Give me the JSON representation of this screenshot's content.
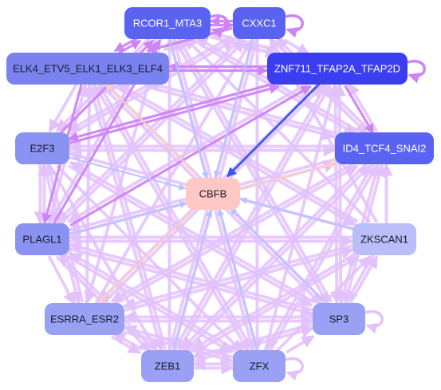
{
  "graph": {
    "nodes": [
      {
        "id": "cbfb",
        "label": "CBFB",
        "fill": "#ffc8c4",
        "light": false
      },
      {
        "id": "rcor1",
        "label": "RCOR1_MTA3",
        "fill": "#5a62f2",
        "light": true
      },
      {
        "id": "cxxc1",
        "label": "CXXC1",
        "fill": "#5a62f2",
        "light": true
      },
      {
        "id": "elk4",
        "label": "ELK4_ETV5_ELK1_ELK3_ELF4",
        "fill": "#7a82ef",
        "light": false
      },
      {
        "id": "znf711",
        "label": "ZNF711_TFAP2A_TFAP2D",
        "fill": "#3a3ef0",
        "light": true
      },
      {
        "id": "e2f3",
        "label": "E2F3",
        "fill": "#8b93f2",
        "light": false
      },
      {
        "id": "id4",
        "label": "ID4_TCF4_SNAI2",
        "fill": "#5a62f2",
        "light": true
      },
      {
        "id": "plagl1",
        "label": "PLAGL1",
        "fill": "#8b93f2",
        "light": false
      },
      {
        "id": "zkscan1",
        "label": "ZKSCAN1",
        "fill": "#b9bdf8",
        "light": false
      },
      {
        "id": "esrra",
        "label": "ESRRA_ESR2",
        "fill": "#9aa0f4",
        "light": false
      },
      {
        "id": "sp3",
        "label": "SP3",
        "fill": "#9aa0f4",
        "light": false
      },
      {
        "id": "zeb1",
        "label": "ZEB1",
        "fill": "#9aa0f4",
        "light": false
      },
      {
        "id": "zfx",
        "label": "ZFX",
        "fill": "#9aa0f4",
        "light": false
      }
    ],
    "edge_colors": {
      "lilac": "#e3c2fb",
      "purple": "#cf84f5",
      "blue_light": "#b8c3ff",
      "blue_strong": "#3d55ea",
      "peach": "#fcd0bf"
    },
    "edges": [
      {
        "from": "rcor1",
        "to": "cbfb",
        "color": "blue_light"
      },
      {
        "from": "cxxc1",
        "to": "cbfb",
        "color": "blue_light"
      },
      {
        "from": "znf711",
        "to": "cbfb",
        "color": "blue_strong"
      },
      {
        "from": "e2f3",
        "to": "cbfb",
        "color": "blue_light"
      },
      {
        "from": "plagl1",
        "to": "cbfb",
        "color": "blue_light"
      },
      {
        "from": "zkscan1",
        "to": "cbfb",
        "color": "blue_light"
      },
      {
        "from": "zeb1",
        "to": "cbfb",
        "color": "blue_light"
      },
      {
        "from": "zfx",
        "to": "cbfb",
        "color": "blue_light"
      },
      {
        "from": "sp3",
        "to": "cbfb",
        "color": "blue_light"
      },
      {
        "from": "cbfb",
        "to": "elk4",
        "color": "peach"
      },
      {
        "from": "cbfb",
        "to": "id4",
        "color": "peach"
      },
      {
        "from": "cbfb",
        "to": "esrra",
        "color": "peach"
      },
      {
        "from": "rcor1",
        "to": "cxxc1",
        "color": "purple"
      },
      {
        "from": "cxxc1",
        "to": "rcor1",
        "color": "purple"
      },
      {
        "from": "elk4",
        "to": "znf711",
        "color": "purple"
      },
      {
        "from": "znf711",
        "to": "elk4",
        "color": "purple"
      },
      {
        "from": "cxxc1",
        "to": "elk4",
        "color": "purple"
      },
      {
        "from": "elk4",
        "to": "rcor1",
        "color": "purple"
      },
      {
        "from": "rcor1",
        "to": "znf711",
        "color": "lilac"
      },
      {
        "from": "cxxc1",
        "to": "znf711",
        "color": "lilac"
      },
      {
        "from": "znf711",
        "to": "rcor1",
        "color": "lilac"
      },
      {
        "from": "e2f3",
        "to": "id4",
        "color": "lilac"
      },
      {
        "from": "id4",
        "to": "e2f3",
        "color": "lilac"
      },
      {
        "from": "e2f3",
        "to": "plagl1",
        "color": "lilac"
      },
      {
        "from": "plagl1",
        "to": "e2f3",
        "color": "lilac"
      },
      {
        "from": "e2f3",
        "to": "rcor1",
        "color": "purple"
      },
      {
        "from": "e2f3",
        "to": "cxxc1",
        "color": "lilac"
      },
      {
        "from": "e2f3",
        "to": "znf711",
        "color": "purple"
      },
      {
        "from": "e2f3",
        "to": "sp3",
        "color": "lilac"
      },
      {
        "from": "e2f3",
        "to": "zfx",
        "color": "lilac"
      },
      {
        "from": "e2f3",
        "to": "zeb1",
        "color": "lilac"
      },
      {
        "from": "e2f3",
        "to": "esrra",
        "color": "lilac"
      },
      {
        "from": "plagl1",
        "to": "elk4",
        "color": "lilac"
      },
      {
        "from": "plagl1",
        "to": "rcor1",
        "color": "purple"
      },
      {
        "from": "plagl1",
        "to": "cxxc1",
        "color": "lilac"
      },
      {
        "from": "plagl1",
        "to": "znf711",
        "color": "purple"
      },
      {
        "from": "plagl1",
        "to": "id4",
        "color": "lilac"
      },
      {
        "from": "plagl1",
        "to": "zkscan1",
        "color": "lilac"
      },
      {
        "from": "plagl1",
        "to": "sp3",
        "color": "lilac"
      },
      {
        "from": "plagl1",
        "to": "zfx",
        "color": "lilac"
      },
      {
        "from": "plagl1",
        "to": "zeb1",
        "color": "lilac"
      },
      {
        "from": "plagl1",
        "to": "esrra",
        "color": "lilac"
      },
      {
        "from": "esrra",
        "to": "elk4",
        "color": "lilac"
      },
      {
        "from": "esrra",
        "to": "e2f3",
        "color": "lilac"
      },
      {
        "from": "esrra",
        "to": "cxxc1",
        "color": "lilac"
      },
      {
        "from": "esrra",
        "to": "znf711",
        "color": "lilac"
      },
      {
        "from": "esrra",
        "to": "id4",
        "color": "lilac"
      },
      {
        "from": "esrra",
        "to": "zkscan1",
        "color": "lilac"
      },
      {
        "from": "esrra",
        "to": "sp3",
        "color": "lilac"
      },
      {
        "from": "esrra",
        "to": "zeb1",
        "color": "lilac"
      },
      {
        "from": "esrra",
        "to": "zfx",
        "color": "lilac"
      },
      {
        "from": "zeb1",
        "to": "elk4",
        "color": "lilac"
      },
      {
        "from": "zeb1",
        "to": "rcor1",
        "color": "lilac"
      },
      {
        "from": "zeb1",
        "to": "cxxc1",
        "color": "lilac"
      },
      {
        "from": "zeb1",
        "to": "znf711",
        "color": "lilac"
      },
      {
        "from": "zeb1",
        "to": "id4",
        "color": "lilac"
      },
      {
        "from": "zeb1",
        "to": "zkscan1",
        "color": "lilac"
      },
      {
        "from": "zeb1",
        "to": "sp3",
        "color": "lilac"
      },
      {
        "from": "zeb1",
        "to": "zfx",
        "color": "lilac"
      },
      {
        "from": "zeb1",
        "to": "esrra",
        "color": "lilac"
      },
      {
        "from": "zeb1",
        "to": "plagl1",
        "color": "lilac"
      },
      {
        "from": "zfx",
        "to": "elk4",
        "color": "lilac"
      },
      {
        "from": "zfx",
        "to": "rcor1",
        "color": "lilac"
      },
      {
        "from": "zfx",
        "to": "znf711",
        "color": "lilac"
      },
      {
        "from": "zfx",
        "to": "id4",
        "color": "lilac"
      },
      {
        "from": "zfx",
        "to": "zkscan1",
        "color": "lilac"
      },
      {
        "from": "zfx",
        "to": "sp3",
        "color": "lilac"
      },
      {
        "from": "zfx",
        "to": "zeb1",
        "color": "lilac"
      },
      {
        "from": "zfx",
        "to": "esrra",
        "color": "lilac"
      },
      {
        "from": "zfx",
        "to": "plagl1",
        "color": "lilac"
      },
      {
        "from": "sp3",
        "to": "elk4",
        "color": "lilac"
      },
      {
        "from": "sp3",
        "to": "e2f3",
        "color": "lilac"
      },
      {
        "from": "sp3",
        "to": "rcor1",
        "color": "lilac"
      },
      {
        "from": "sp3",
        "to": "znf711",
        "color": "lilac"
      },
      {
        "from": "sp3",
        "to": "id4",
        "color": "lilac"
      },
      {
        "from": "sp3",
        "to": "zkscan1",
        "color": "lilac"
      },
      {
        "from": "sp3",
        "to": "zeb1",
        "color": "lilac"
      },
      {
        "from": "sp3",
        "to": "esrra",
        "color": "lilac"
      },
      {
        "from": "sp3",
        "to": "plagl1",
        "color": "lilac"
      },
      {
        "from": "zkscan1",
        "to": "elk4",
        "color": "lilac"
      },
      {
        "from": "zkscan1",
        "to": "e2f3",
        "color": "lilac"
      },
      {
        "from": "zkscan1",
        "to": "rcor1",
        "color": "lilac"
      },
      {
        "from": "zkscan1",
        "to": "cxxc1",
        "color": "lilac"
      },
      {
        "from": "zkscan1",
        "to": "id4",
        "color": "lilac"
      },
      {
        "from": "zkscan1",
        "to": "sp3",
        "color": "lilac"
      },
      {
        "from": "zkscan1",
        "to": "zeb1",
        "color": "lilac"
      },
      {
        "from": "zkscan1",
        "to": "esrra",
        "color": "lilac"
      },
      {
        "from": "zkscan1",
        "to": "plagl1",
        "color": "lilac"
      },
      {
        "from": "id4",
        "to": "elk4",
        "color": "lilac"
      },
      {
        "from": "id4",
        "to": "rcor1",
        "color": "lilac"
      },
      {
        "from": "id4",
        "to": "cxxc1",
        "color": "lilac"
      },
      {
        "from": "id4",
        "to": "znf711",
        "color": "lilac"
      },
      {
        "from": "id4",
        "to": "plagl1",
        "color": "lilac"
      },
      {
        "from": "id4",
        "to": "esrra",
        "color": "lilac"
      },
      {
        "from": "id4",
        "to": "zeb1",
        "color": "lilac"
      },
      {
        "from": "id4",
        "to": "zfx",
        "color": "lilac"
      },
      {
        "from": "id4",
        "to": "sp3",
        "color": "lilac"
      },
      {
        "from": "znf711",
        "to": "id4",
        "color": "purple"
      },
      {
        "from": "znf711",
        "to": "e2f3",
        "color": "purple"
      },
      {
        "from": "znf711",
        "to": "plagl1",
        "color": "lilac"
      },
      {
        "from": "znf711",
        "to": "esrra",
        "color": "lilac"
      },
      {
        "from": "znf711",
        "to": "zeb1",
        "color": "lilac"
      },
      {
        "from": "znf711",
        "to": "sp3",
        "color": "lilac"
      },
      {
        "from": "elk4",
        "to": "e2f3",
        "color": "lilac"
      },
      {
        "from": "elk4",
        "to": "id4",
        "color": "lilac"
      },
      {
        "from": "elk4",
        "to": "plagl1",
        "color": "purple"
      },
      {
        "from": "elk4",
        "to": "zkscan1",
        "color": "lilac"
      },
      {
        "from": "elk4",
        "to": "sp3",
        "color": "lilac"
      },
      {
        "from": "elk4",
        "to": "zfx",
        "color": "lilac"
      },
      {
        "from": "elk4",
        "to": "zeb1",
        "color": "lilac"
      },
      {
        "from": "rcor1",
        "to": "elk4",
        "color": "purple"
      },
      {
        "from": "rcor1",
        "to": "e2f3",
        "color": "lilac"
      },
      {
        "from": "rcor1",
        "to": "id4",
        "color": "lilac"
      },
      {
        "from": "rcor1",
        "to": "plagl1",
        "color": "lilac"
      },
      {
        "from": "rcor1",
        "to": "esrra",
        "color": "lilac"
      },
      {
        "from": "rcor1",
        "to": "sp3",
        "color": "lilac"
      },
      {
        "from": "rcor1",
        "to": "zfx",
        "color": "lilac"
      },
      {
        "from": "cxxc1",
        "to": "e2f3",
        "color": "lilac"
      },
      {
        "from": "cxxc1",
        "to": "id4",
        "color": "lilac"
      },
      {
        "from": "cxxc1",
        "to": "plagl1",
        "color": "lilac"
      },
      {
        "from": "cxxc1",
        "to": "zeb1",
        "color": "lilac"
      },
      {
        "from": "cxxc1",
        "to": "zfx",
        "color": "lilac"
      }
    ],
    "self_loops": [
      "cxxc1",
      "znf711",
      "zfx",
      "sp3",
      "rcor1"
    ]
  }
}
